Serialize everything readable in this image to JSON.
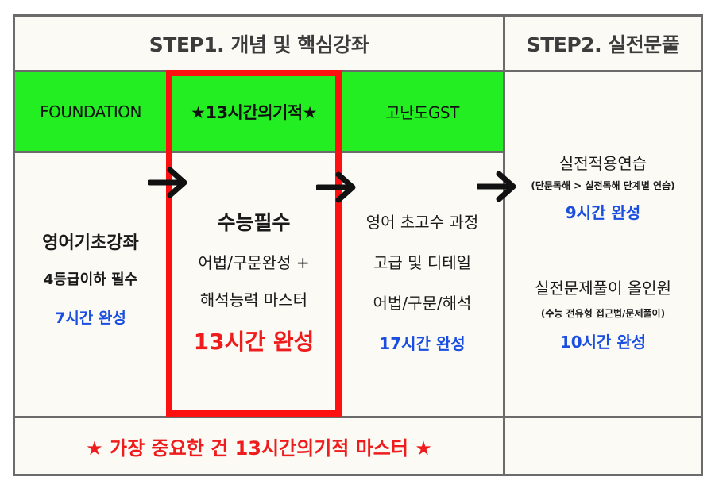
{
  "header": {
    "step1": "STEP1. 개념 및 핵심강좌",
    "step2": "STEP2. 실전문풀"
  },
  "band": {
    "foundation": "FOUNDATION",
    "miracle": "★13시간의기적★",
    "advanced": "고난도GST"
  },
  "col1": {
    "title": "영어기초강좌",
    "sub": "4등급이하 필수",
    "time": "7시간 완성"
  },
  "col2": {
    "title": "수능필수",
    "line1": "어법/구문완성 +",
    "line2": "해석능력 마스터",
    "time": "13시간 완성"
  },
  "col3": {
    "line1": "영어 초고수 과정",
    "line2": "고급 및 디테일",
    "line3": "어법/구문/해석",
    "time": "17시간 완성"
  },
  "col4": {
    "a_title": "실전적용연습",
    "a_sub": "(단문독해 > 실전독해 단계별 연습)",
    "a_time": "9시간 완성",
    "b_title": "실전문제풀이 올인원",
    "b_sub": "(수능 전유형 접근법/문제풀이)",
    "b_time": "10시간 완성"
  },
  "footer": {
    "message": "★ 가장 중요한 건 13시간의기적 마스터 ★"
  },
  "colors": {
    "green": "#22ee22",
    "red": "#ee1c1c",
    "blue": "#1a4ee0",
    "border": "#6b6b6b"
  }
}
